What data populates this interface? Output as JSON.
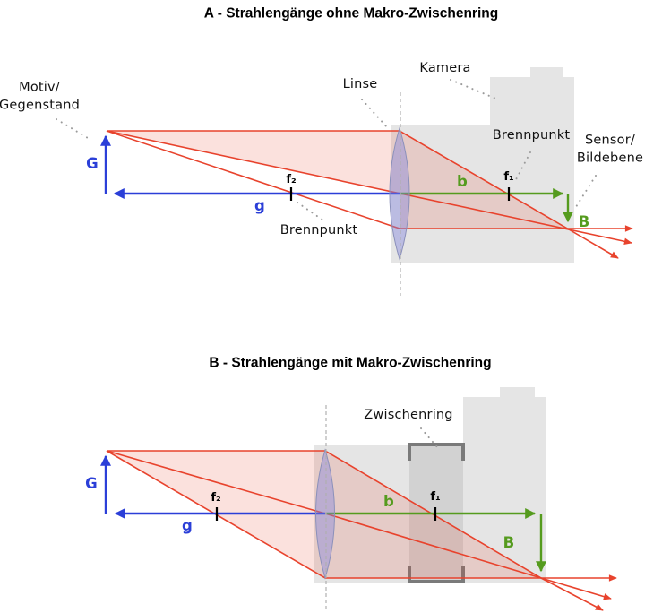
{
  "colors": {
    "ray_red": "#e8432d",
    "arrow_blue": "#2b3fd8",
    "arrow_green": "#559b1e",
    "camera_gray": "#e5e5e5",
    "ring_fill": "#d2d2d2",
    "ring_border": "#7a7a7a",
    "lens_fill": "#8084de",
    "lens_stroke": "#8b90ba",
    "leader_gray": "#9a9a9a"
  },
  "diagram_a": {
    "title": "A - Strahlengänge ohne Makro-Zwischenring",
    "labels": {
      "motiv_line1": "Motiv/",
      "motiv_line2": "Gegenstand",
      "object_height": "G",
      "object_distance": "g",
      "front_focal": "f₂",
      "front_focal_name": "Brennpunkt",
      "lens": "Linse",
      "camera": "Kamera",
      "image_distance": "b",
      "back_focal": "f₁",
      "back_focal_name": "Brennpunkt",
      "sensor_line1": "Sensor/",
      "sensor_line2": "Bildebene",
      "image_height": "B"
    }
  },
  "diagram_b": {
    "title": "B - Strahlengänge mit Makro-Zwischenring",
    "labels": {
      "object_height": "G",
      "object_distance": "g",
      "front_focal": "f₂",
      "extension_ring": "Zwischenring",
      "image_distance": "b",
      "back_focal": "f₁",
      "image_height": "B"
    }
  }
}
